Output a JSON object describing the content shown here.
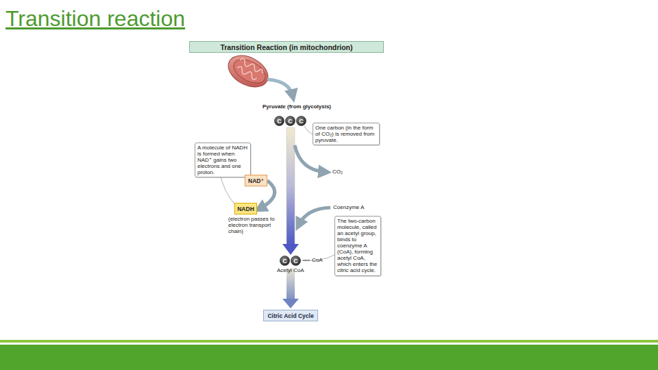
{
  "diagram": {
    "title": "Transition reaction",
    "nodes": [
      {
        "text": [
          "Transition Reaction (in mitochondrion)"
        ]
      },
      {
        "text": [
          "C"
        ]
      },
      {
        "text": [
          "C"
        ]
      },
      {
        "text": [
          "C"
        ]
      },
      {
        "text": [
          "One carbon (in the form of CO₂) is removed from pyruvate."
        ]
      },
      {
        "text": [
          "A molecule of NADH is formed when NAD⁺ gains two electrons and one proton."
        ]
      },
      {
        "text": [
          "NAD⁺"
        ]
      },
      {
        "text": [
          "NADH"
        ]
      },
      {
        "text": [
          "The two-carbon molecule, called an acetyl group, binds to coenzyme A (CoA), forming acetyl CoA, which enters the citric acid cycle."
        ]
      },
      {
        "text": [
          "C"
        ]
      },
      {
        "text": [
          "C"
        ]
      },
      {
        "text": [
          "Citric Acid Cycle"
        ]
      }
    ],
    "edges": [
      {
        "from": 6,
        "to": 7,
        "arrow": "to"
      }
    ],
    "labels": [
      "Pyruvate (from glycolysis)",
      "CO₂",
      "Coenzyme A",
      "(electron passes to electron transport chain)",
      "CoA",
      "Acetyl CoA"
    ]
  }
}
